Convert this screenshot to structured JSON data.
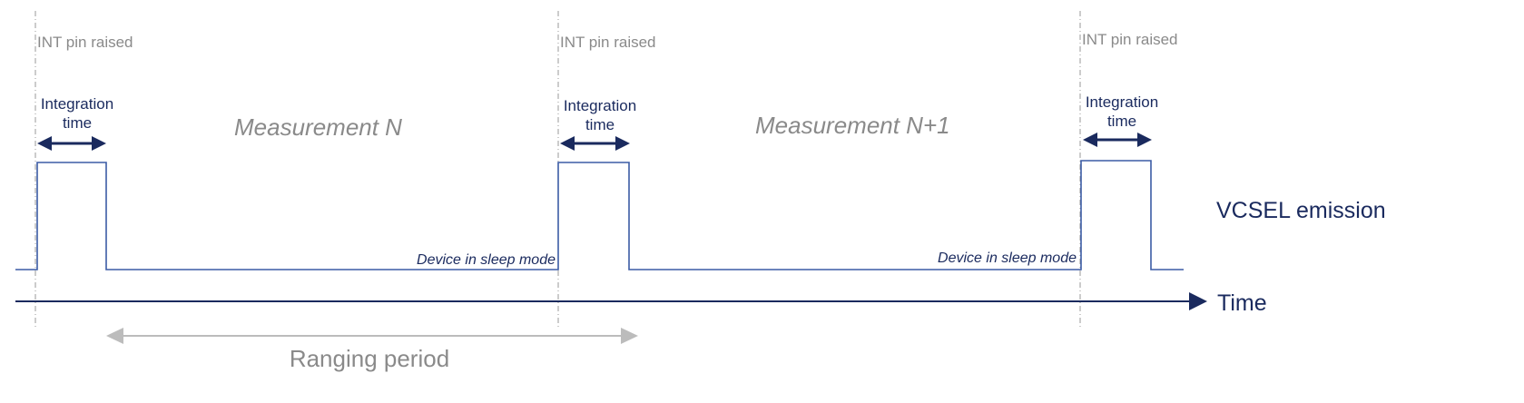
{
  "pulses": [
    {
      "int_label": "INT pin raised",
      "integration_label_line1": "Integration",
      "integration_label_line2": "time"
    },
    {
      "int_label": "INT pin raised",
      "integration_label_line1": "Integration",
      "integration_label_line2": "time"
    },
    {
      "int_label": "INT pin raised",
      "integration_label_line1": "Integration",
      "integration_label_line2": "time"
    }
  ],
  "measurements": [
    "Measurement N",
    "Measurement N+1"
  ],
  "sleep_labels": [
    "Device in sleep mode",
    "Device in sleep mode"
  ],
  "signal_label": "VCSEL emission",
  "time_label": "Time",
  "ranging_label": "Ranging period",
  "colors": {
    "signal": "#3b5ba5",
    "arrow": "#1a2a5e",
    "gray_text": "#8a8a8a",
    "light_arrow": "#bcbcbc",
    "guide": "#9a9a9a"
  }
}
